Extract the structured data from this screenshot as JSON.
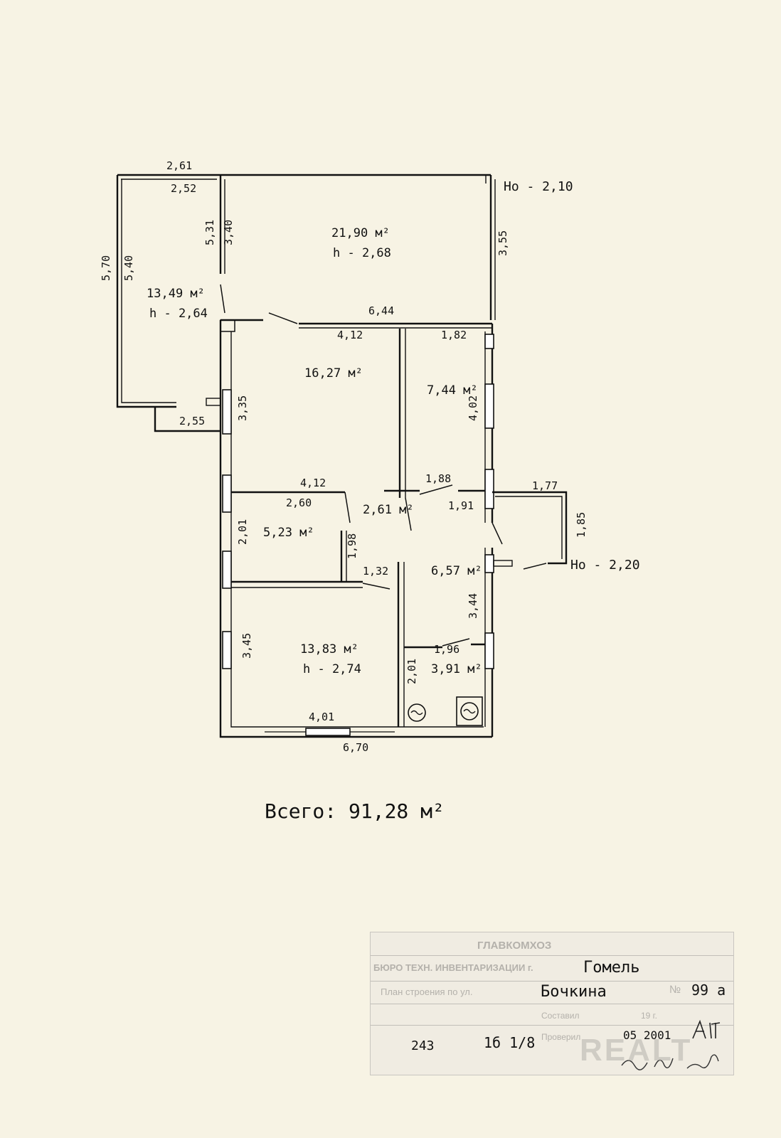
{
  "plan": {
    "dims": {
      "d261": "2,61",
      "d252": "2,52",
      "d531": "5,31",
      "d340": "3,40",
      "d570": "5,70",
      "d540": "5,40",
      "d355top": "3,55",
      "d644": "6,44",
      "d412a": "4,12",
      "d182": "1,82",
      "d402": "4,02",
      "d255": "2,55",
      "d335": "3,35",
      "d412b": "4,12",
      "d260": "2,60",
      "d188": "1,88",
      "d191": "1,91",
      "d177": "1,77",
      "d185": "1,85",
      "d201a": "2,01",
      "d198": "1,98",
      "d132": "1,32",
      "d344": "3,44",
      "d345": "3,45",
      "d196": "1,96",
      "d201b": "2,01",
      "d401": "4,01",
      "d670": "6,70"
    },
    "rooms": {
      "r1_area": "21,90 м²",
      "r1_h": "h - 2,68",
      "r2_area": "13,49 м²",
      "r2_h": "h - 2,64",
      "r3_area": "16,27 м²",
      "r4_area": "7,44 м²",
      "r5_area": "5,23 м²",
      "r6_area": "2,61 м²",
      "r7_area": "6,57 м²",
      "r8_area": "13,83 м²",
      "r8_h": "h - 2,74",
      "r9_area": "3,91 м²"
    },
    "notes": {
      "ho_top": "Но - 2,10",
      "ho_right": "Но - 2,20"
    },
    "total": "Всего: 91,28 м²"
  },
  "stamp": {
    "org": "ГЛАВКОМХОЗ",
    "bureau": "БЮРО ТЕХН. ИНВЕНТАРИЗАЦИИ г.",
    "city": "Гомель",
    "plan_label": "План строения по ул.",
    "street": "Бочкина",
    "no_label": "№",
    "house_no": "99 а",
    "composed": "Составил",
    "year_tpl": "19   г.",
    "checked": "Проверил",
    "date": "05 2001"
  },
  "marks": {
    "left_num": "243",
    "right_num": "1б 1/8"
  },
  "watermark": "REALT"
}
